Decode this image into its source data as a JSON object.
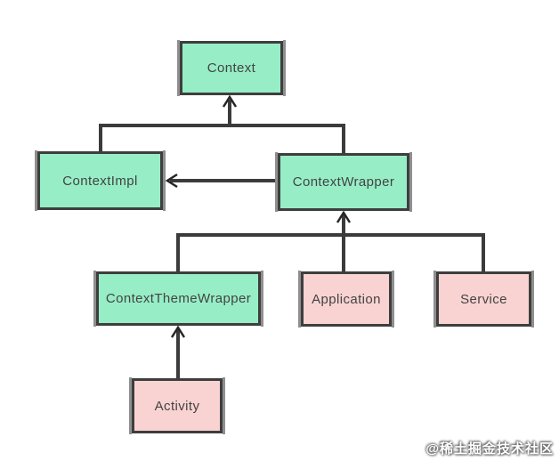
{
  "diagram": {
    "type": "class-hierarchy",
    "nodes": [
      {
        "id": "context",
        "label": "Context",
        "fill": "#97EEC6"
      },
      {
        "id": "context-impl",
        "label": "ContextImpl",
        "fill": "#97EEC6"
      },
      {
        "id": "context-wrapper",
        "label": "ContextWrapper",
        "fill": "#97EEC6"
      },
      {
        "id": "context-theme-wrapper",
        "label": "ContextThemeWrapper",
        "fill": "#97EEC6"
      },
      {
        "id": "application",
        "label": "Application",
        "fill": "#F9D3D2"
      },
      {
        "id": "service",
        "label": "Service",
        "fill": "#F9D3D2"
      },
      {
        "id": "activity",
        "label": "Activity",
        "fill": "#F9D3D2"
      }
    ],
    "edges": [
      {
        "from": "context-impl",
        "to": "context",
        "type": "inheritance"
      },
      {
        "from": "context-wrapper",
        "to": "context",
        "type": "inheritance"
      },
      {
        "from": "context-wrapper",
        "to": "context-impl",
        "type": "reference"
      },
      {
        "from": "context-theme-wrapper",
        "to": "context-wrapper",
        "type": "inheritance"
      },
      {
        "from": "application",
        "to": "context-wrapper",
        "type": "inheritance"
      },
      {
        "from": "service",
        "to": "context-wrapper",
        "type": "inheritance"
      },
      {
        "from": "activity",
        "to": "context-theme-wrapper",
        "type": "inheritance"
      }
    ],
    "colors": {
      "node_green": "#97EEC6",
      "node_pink": "#F9D3D2",
      "node_border": "#3E3E3E",
      "line": "#3B3B3B",
      "text": "#434343",
      "background": "#FFFFFF"
    }
  },
  "watermark": {
    "text": "@稀土掘金技术社区"
  }
}
